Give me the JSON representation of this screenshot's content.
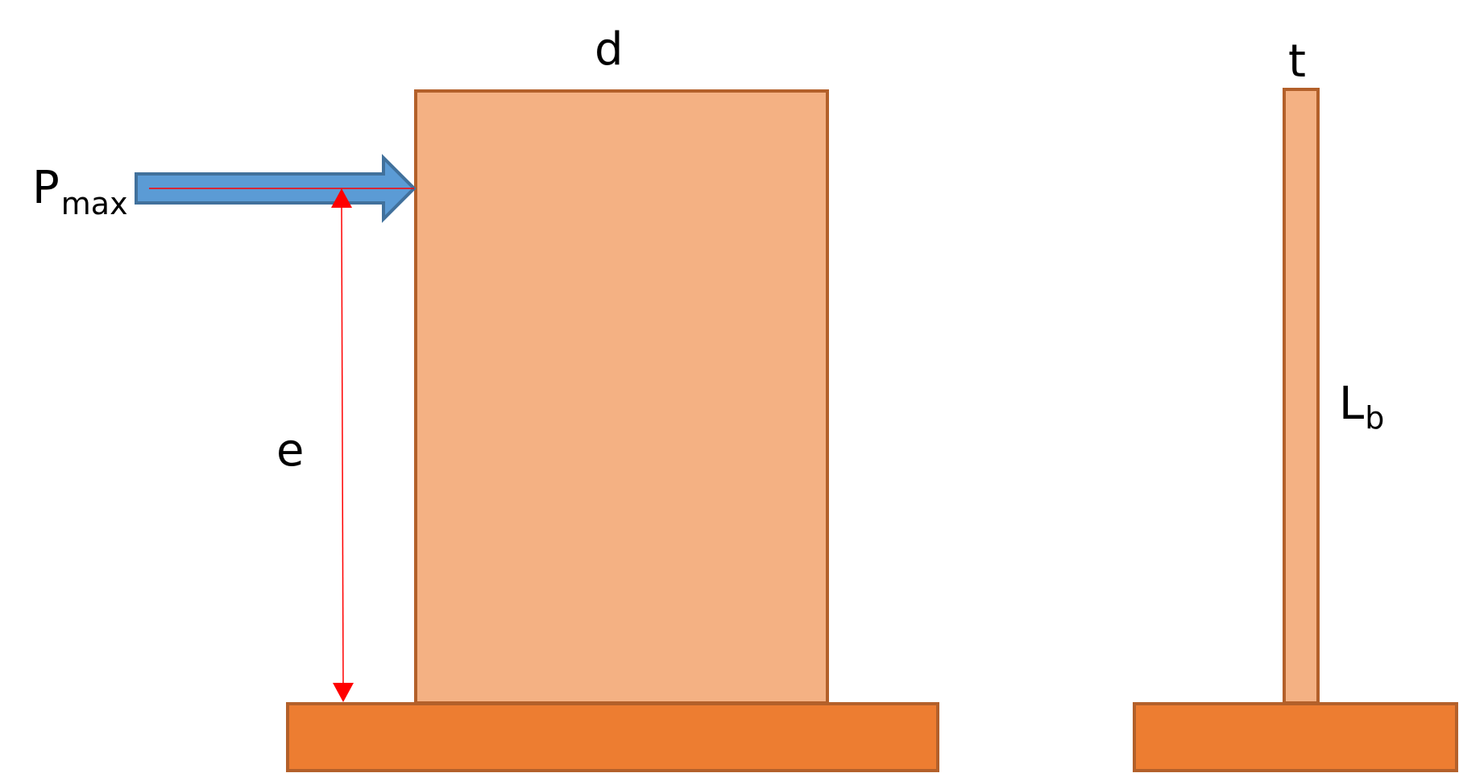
{
  "labels": {
    "load": {
      "main": "P",
      "sub": "max"
    },
    "eccentricity": "e",
    "depth": "d",
    "thickness": "t",
    "length": {
      "main": "L",
      "sub": "b"
    }
  },
  "colors": {
    "plate_fill": "#f4b183",
    "plate_stroke": "#b3602a",
    "base_fill": "#ed7d31",
    "base_stroke": "#b3602a",
    "arrow_fill": "#5b9bd5",
    "arrow_stroke": "#41719c",
    "dimension_line": "#ff0000"
  }
}
